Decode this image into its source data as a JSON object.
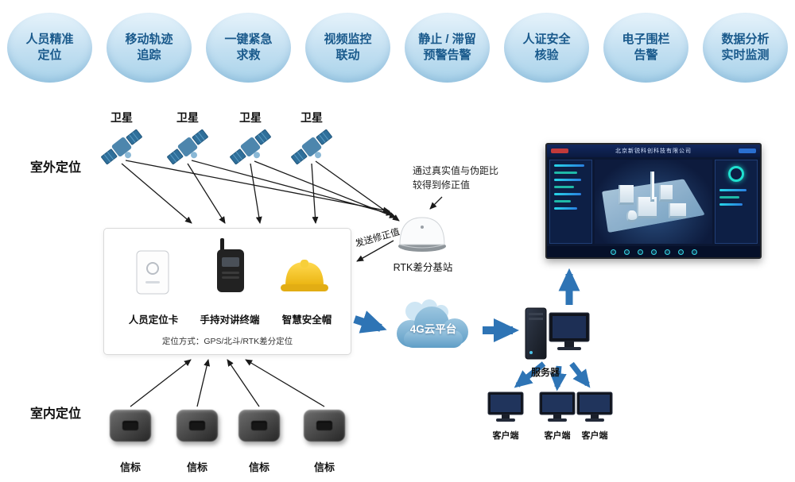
{
  "badges": [
    {
      "line1": "人员精准",
      "line2": "定位"
    },
    {
      "line1": "移动轨迹",
      "line2": "追踪"
    },
    {
      "line1": "一键紧急",
      "line2": "求救"
    },
    {
      "line1": "视频监控",
      "line2": "联动"
    },
    {
      "line1": "静止 / 滞留",
      "line2": "预警告警"
    },
    {
      "line1": "人证安全",
      "line2": "核验"
    },
    {
      "line1": "电子围栏",
      "line2": "告警"
    },
    {
      "line1": "数据分析",
      "line2": "实时监测"
    }
  ],
  "sections": {
    "outdoor_label": "室外定位",
    "indoor_label": "室内定位"
  },
  "satellite": {
    "label": "卫星"
  },
  "device_box": {
    "card_label": "人员定位卡",
    "handheld_label": "手持对讲终端",
    "helmet_label": "智慧安全帽",
    "caption": "定位方式：GPS/北斗/RTK差分定位"
  },
  "rtk": {
    "label": "RTK差分基站",
    "note_line1": "通过真实值与伪距比",
    "note_line2": "较得到修正值",
    "send_label": "发送修正值"
  },
  "cloud": {
    "label": "4G云平台"
  },
  "server": {
    "label": "服务器"
  },
  "client": {
    "label": "客户端"
  },
  "beacon": {
    "label": "信标"
  },
  "monitor": {
    "title": "北京新锐科创科技有限公司"
  },
  "colors": {
    "badge_text": "#1a5a8c",
    "arrow_blue": "#2e74b5",
    "helmet_yellow": "#f3c51c",
    "cloud_blue": "#5e9dc6"
  }
}
